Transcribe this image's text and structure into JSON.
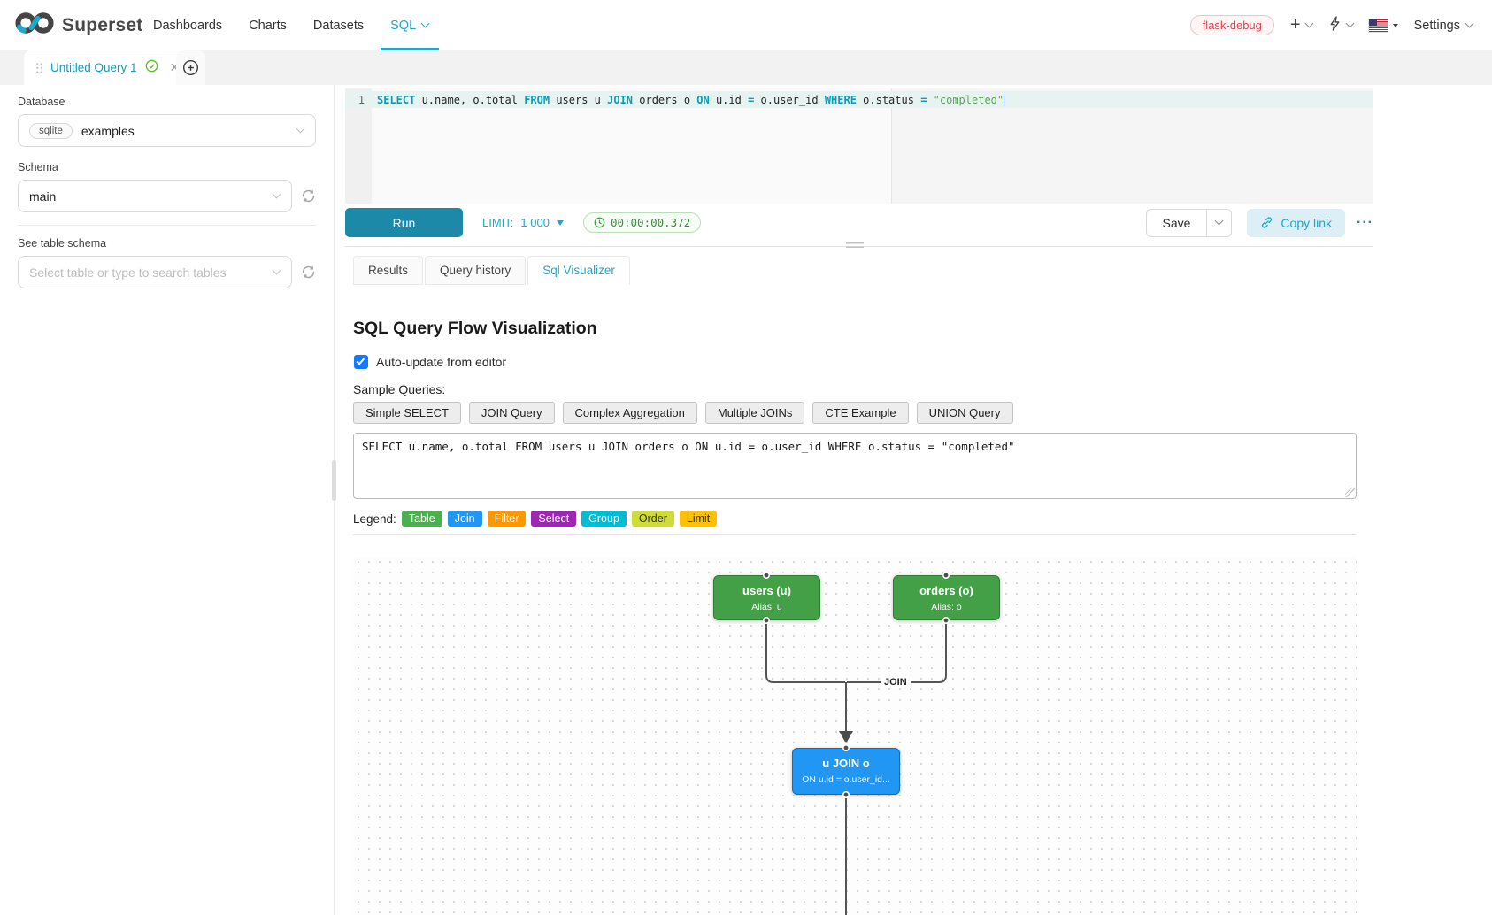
{
  "navbar": {
    "brand": "Superset",
    "items": [
      {
        "label": "Dashboards"
      },
      {
        "label": "Charts"
      },
      {
        "label": "Datasets"
      },
      {
        "label": "SQL",
        "active": true,
        "caret": true
      }
    ],
    "environment_tag": "flask-debug",
    "settings_label": "Settings"
  },
  "tab_strip": {
    "active_tab_label": "Untitled Query 1"
  },
  "sidebar": {
    "database_label": "Database",
    "database_engine": "sqlite",
    "database_value": "examples",
    "schema_label": "Schema",
    "schema_value": "main",
    "table_schema_label": "See table schema",
    "table_schema_placeholder": "Select table or type to search tables"
  },
  "editor": {
    "line_number": "1",
    "tokens": [
      {
        "t": "SELECT",
        "c": "kw"
      },
      {
        "t": " u.name, o.total ",
        "c": "id"
      },
      {
        "t": "FROM",
        "c": "kw"
      },
      {
        "t": " users u ",
        "c": "id"
      },
      {
        "t": "JOIN",
        "c": "kw"
      },
      {
        "t": " orders o ",
        "c": "id"
      },
      {
        "t": "ON",
        "c": "kw"
      },
      {
        "t": " u.id ",
        "c": "id"
      },
      {
        "t": "=",
        "c": "op"
      },
      {
        "t": " o.user_id ",
        "c": "id"
      },
      {
        "t": "WHERE",
        "c": "kw"
      },
      {
        "t": " o.status ",
        "c": "id"
      },
      {
        "t": "=",
        "c": "op"
      },
      {
        "t": " ",
        "c": "id"
      },
      {
        "t": "\"completed\"",
        "c": "str"
      }
    ]
  },
  "toolbar": {
    "run_label": "Run",
    "limit_label": "LIMIT:",
    "limit_value": "1 000",
    "timer_value": "00:00:00.372",
    "save_label": "Save",
    "copy_link_label": "Copy link",
    "more_label": "···"
  },
  "result_tabs": [
    {
      "label": "Results"
    },
    {
      "label": "Query history"
    },
    {
      "label": "Sql Visualizer",
      "active": true
    }
  ],
  "visualizer": {
    "title": "SQL Query Flow Visualization",
    "auto_update_label": "Auto-update from editor",
    "auto_update_checked": true,
    "sample_queries_label": "Sample Queries:",
    "sample_buttons": [
      "Simple SELECT",
      "JOIN Query",
      "Complex Aggregation",
      "Multiple JOINs",
      "CTE Example",
      "UNION Query"
    ],
    "query_text": "SELECT u.name, o.total FROM users u JOIN orders o ON u.id = o.user_id WHERE o.status = \"completed\"",
    "legend_label": "Legend:",
    "legend": [
      {
        "label": "Table",
        "color": "#4CAF50",
        "text_color": "#ffffff"
      },
      {
        "label": "Join",
        "color": "#2196F3",
        "text_color": "#ffffff"
      },
      {
        "label": "Filter",
        "color": "#FF9800",
        "text_color": "#ffffff"
      },
      {
        "label": "Select",
        "color": "#9C27B0",
        "text_color": "#ffffff"
      },
      {
        "label": "Group",
        "color": "#00BCD4",
        "text_color": "#ffffff"
      },
      {
        "label": "Order",
        "color": "#CDDC39",
        "text_color": "#333333"
      },
      {
        "label": "Limit",
        "color": "#FFC107",
        "text_color": "#333333"
      }
    ],
    "flow": {
      "edge_label": "JOIN",
      "nodes": [
        {
          "title": "users (u)",
          "subtitle": "Alias: u",
          "fill": "#43A047",
          "border": "#2E7D32"
        },
        {
          "title": "orders (o)",
          "subtitle": "Alias: o",
          "fill": "#43A047",
          "border": "#2E7D32"
        },
        {
          "title": "u JOIN o",
          "subtitle": "ON u.id = o.user_id...",
          "fill": "#2196F3",
          "border": "#1569C0"
        }
      ]
    }
  }
}
